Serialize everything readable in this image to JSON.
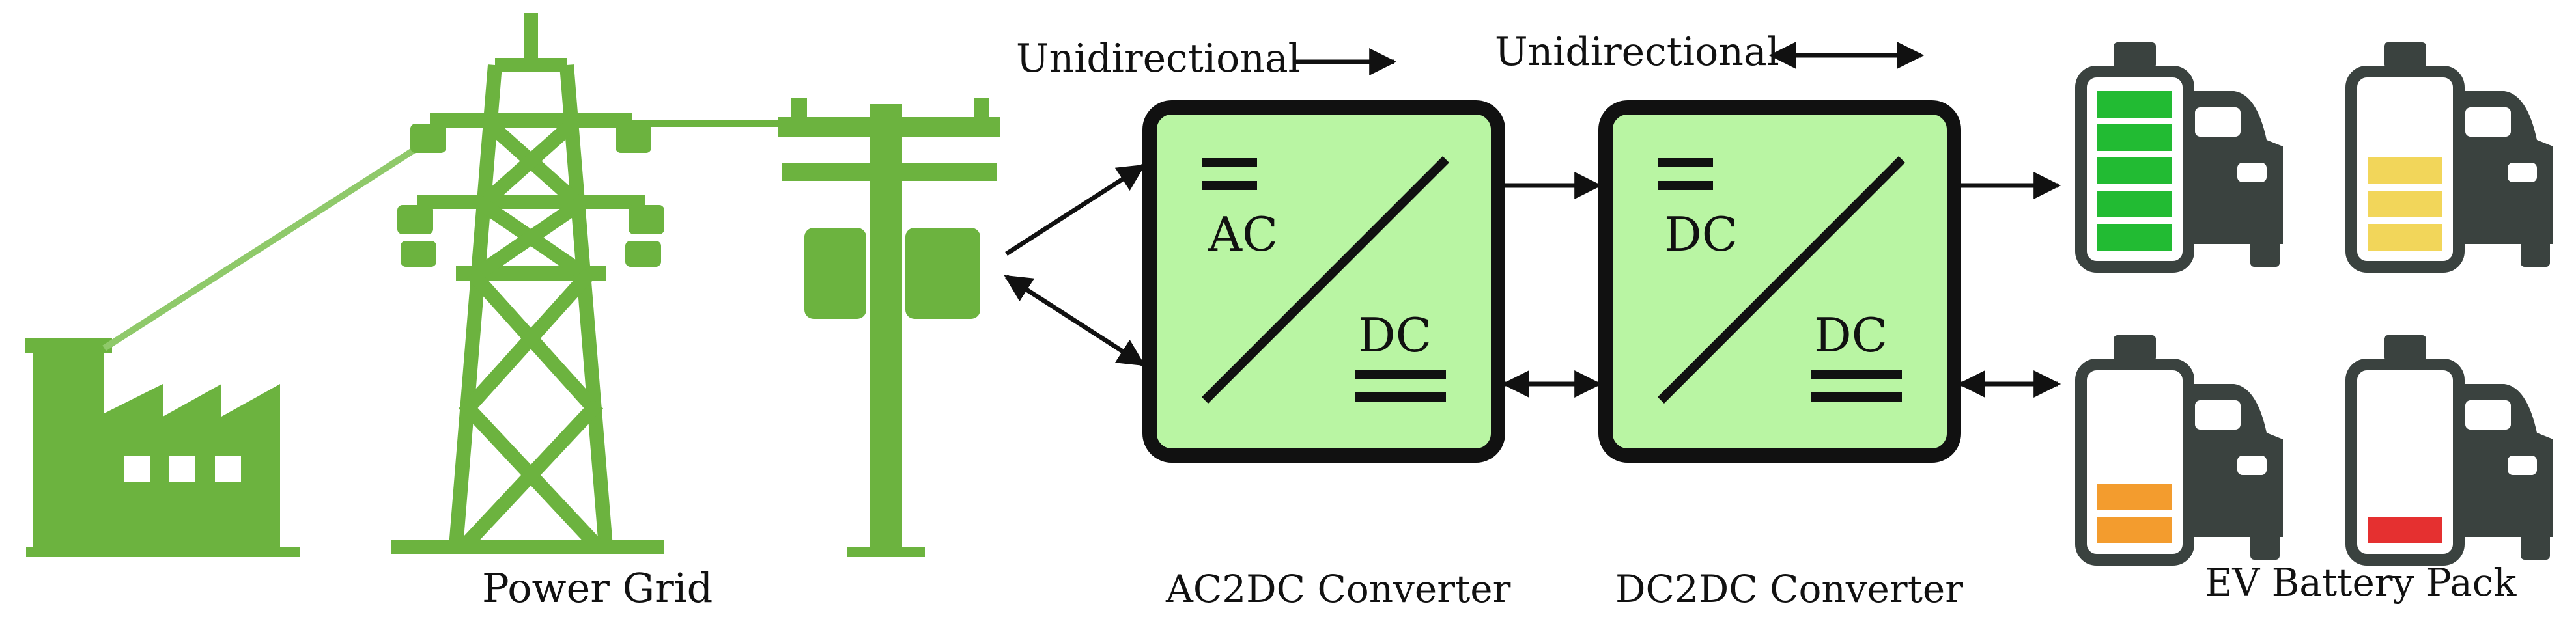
{
  "labels": {
    "power_grid": "Power Grid",
    "ac2dc": "AC2DC Converter",
    "dc2dc": "DC2DC Converter",
    "ev_pack": "EV Battery Pack",
    "flow_left": "Unidirectional",
    "flow_right": "Unidirectional"
  },
  "converters": {
    "ac2dc": {
      "top": "AC",
      "bottom": "DC"
    },
    "dc2dc": {
      "top": "DC",
      "bottom": "DC"
    }
  },
  "colors": {
    "grid_green": "#6cb33f",
    "converter_fill": "#b9f5a3",
    "converter_border": "#111111",
    "car_gray": "#3a423f",
    "battery_green": "#22bb33",
    "battery_yellow": "#f2d65a",
    "battery_orange": "#f39c2e",
    "battery_red": "#e53030"
  },
  "batteries": [
    {
      "level": 1.0,
      "color": "battery_green"
    },
    {
      "level": 0.5,
      "color": "battery_yellow"
    },
    {
      "level": 0.33,
      "color": "battery_orange"
    },
    {
      "level": 0.15,
      "color": "battery_red"
    }
  ],
  "icons": [
    "factory-icon",
    "transmission-tower-icon",
    "utility-pole-icon",
    "battery-icon",
    "car-icon"
  ]
}
